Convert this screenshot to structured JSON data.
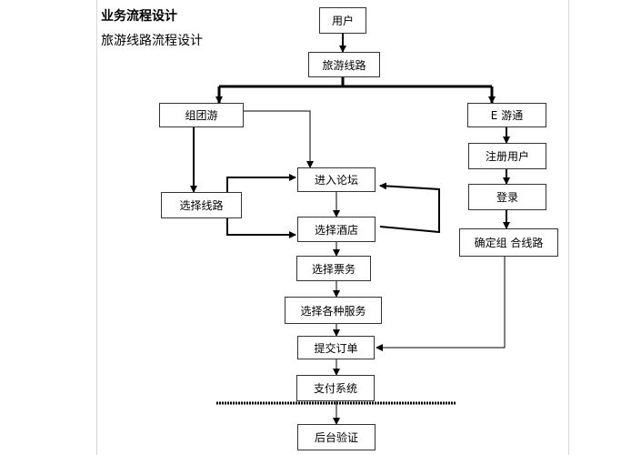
{
  "heading": "业务流程设计",
  "subheading": "旅游线路流程设计",
  "nodes": {
    "user": "用户",
    "route": "旅游线路",
    "group_tour": "组团游",
    "e_tour": "E 游通",
    "choose_route": "选择线路",
    "forum": "进入论坛",
    "choose_hotel": "选择酒店",
    "choose_ticket": "选择票务",
    "choose_services": "选择各种服务",
    "submit_order": "提交订单",
    "payment": "支付系统",
    "backend_verify": "后台验证",
    "register_user": "注册用户",
    "login": "登录",
    "confirm_route": "确定组 合线路"
  }
}
